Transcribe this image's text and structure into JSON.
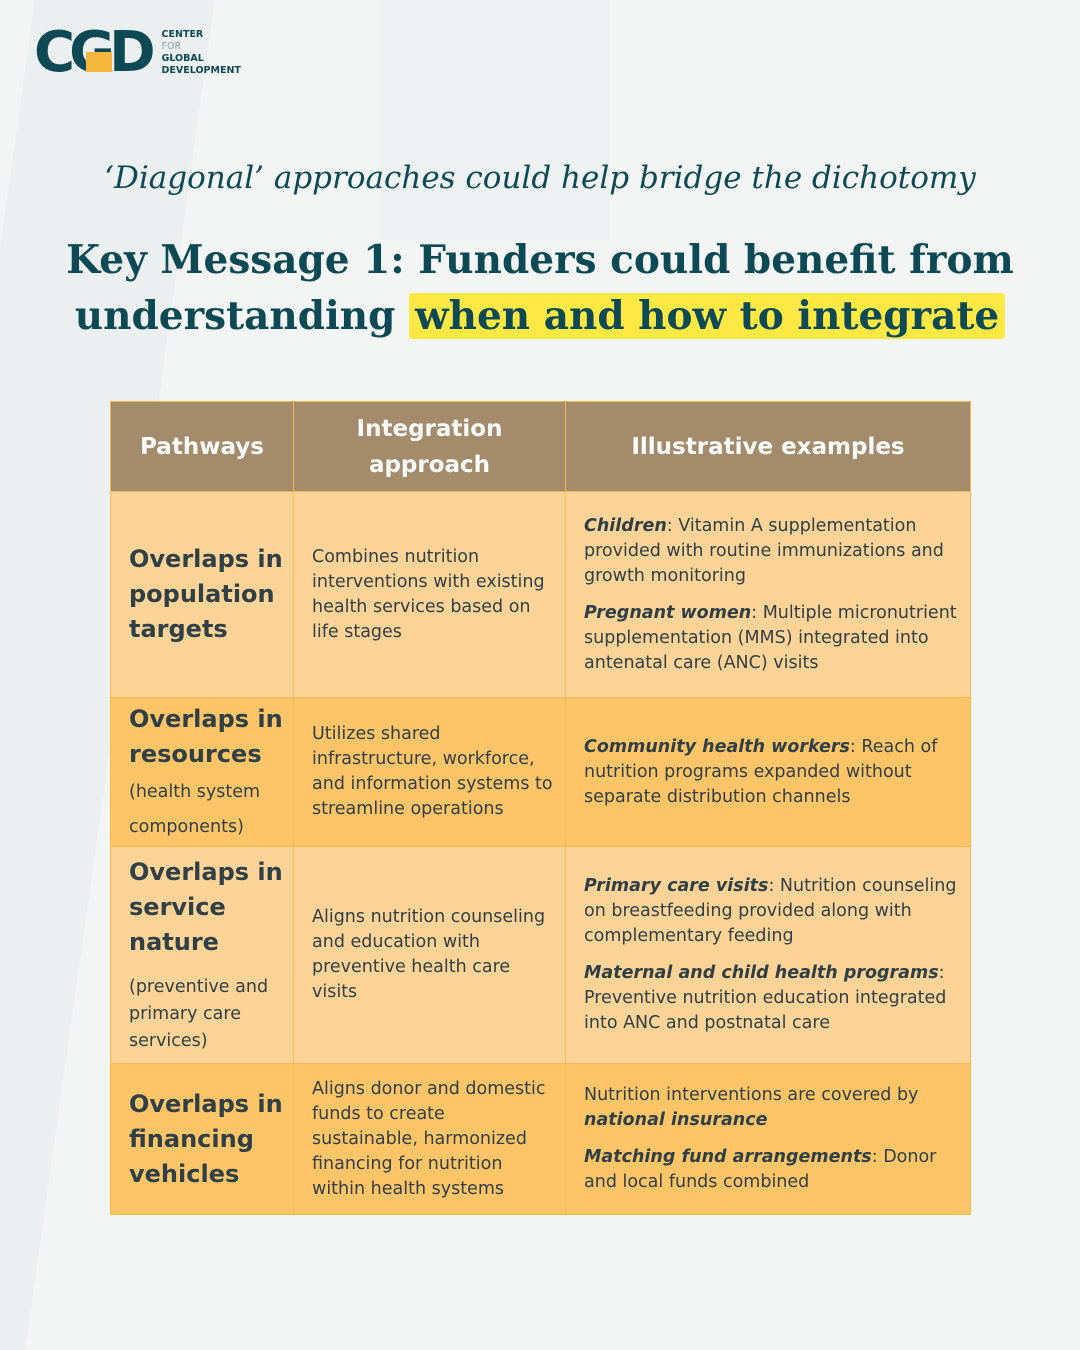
{
  "logo": {
    "mark": "CGD",
    "line1": "CENTER",
    "line2": "FOR",
    "line3": "GLOBAL",
    "line4": "DEVELOPMENT"
  },
  "subtitle": "‘Diagonal’ approaches could help bridge the dichotomy",
  "title": {
    "part1": "Key Message 1: Funders could benefit from understanding",
    "highlight": "when and how to integrate"
  },
  "table": {
    "headers": [
      "Pathways",
      "Integration approach",
      "Illustrative examples"
    ],
    "rows": [
      {
        "pathway": "Overlaps in population targets",
        "note": "",
        "approach": "Combines nutrition interventions with existing health services based on life stages",
        "examples": [
          {
            "b": "Children",
            "t": ": Vitamin A supplementation provided with routine immunizations and growth monitoring"
          },
          {
            "b": "Pregnant women",
            "t": ": Multiple micronutrient supplementation (MMS) integrated into antenatal care (ANC) visits"
          }
        ]
      },
      {
        "pathway": "Overlaps in resources",
        "note": " (health system components)",
        "approach": "Utilizes shared infrastructure, workforce, and information systems to streamline operations",
        "examples": [
          {
            "b": "Community health workers",
            "t": ": Reach of nutrition programs expanded without separate distribution channels"
          }
        ]
      },
      {
        "pathway": "Overlaps in service nature",
        "note": "(preventive and primary care services)",
        "approach": "Aligns nutrition counseling and education with preventive health care visits",
        "examples": [
          {
            "b": "Primary care visits",
            "t": ": Nutrition counseling on breastfeeding provided along with complementary feeding"
          },
          {
            "b": "Maternal and child health programs",
            "t": ": Preventive nutrition education integrated into ANC and postnatal care"
          }
        ]
      },
      {
        "pathway": "Overlaps in financing vehicles",
        "note": "",
        "approach": "Aligns donor and domestic funds to create sustainable, harmonized financing for nutrition within health systems",
        "examples": [
          {
            "pre": "Nutrition interventions are covered by ",
            "b": "national insurance"
          },
          {
            "b": "Matching fund arrangements",
            "t": ": Donor and local funds combined"
          }
        ]
      }
    ]
  }
}
